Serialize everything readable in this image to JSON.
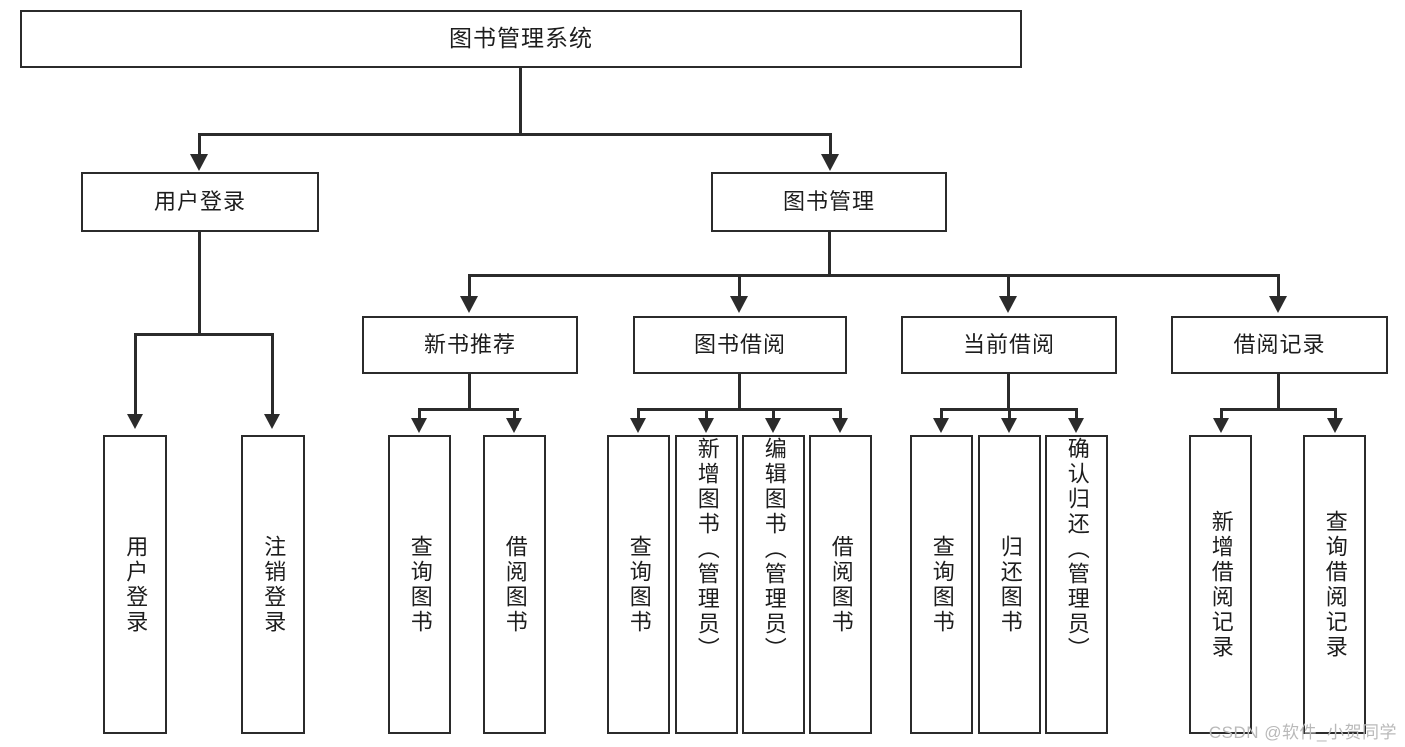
{
  "diagram": {
    "title": "图书管理系统",
    "watermark": "CSDN @软件_小贺同学",
    "colors": {
      "stroke": "#2b2b2b",
      "box_fill": "#ffffff",
      "text": "#1d1d1d",
      "background": "#ffffff",
      "watermark": "#b9b9b9"
    }
  },
  "root": {
    "label": "图书管理系统"
  },
  "level2": [
    {
      "label": "用户登录"
    },
    {
      "label": "图书管理"
    }
  ],
  "level3": [
    {
      "label": "新书推荐"
    },
    {
      "label": "图书借阅"
    },
    {
      "label": "当前借阅"
    },
    {
      "label": "借阅记录"
    }
  ],
  "leaves": {
    "user_login": [
      {
        "label": "用户登录"
      },
      {
        "label": "注销登录"
      }
    ],
    "new_book_recommend": [
      {
        "label": "查询图书"
      },
      {
        "label": "借阅图书"
      }
    ],
    "book_borrow": [
      {
        "label": "查询图书"
      },
      {
        "label": "新增图书（管理员）"
      },
      {
        "label": "编辑图书（管理员）"
      },
      {
        "label": "借阅图书"
      }
    ],
    "current_borrow": [
      {
        "label": "查询图书"
      },
      {
        "label": "归还图书"
      },
      {
        "label": "确认归还（管理员）"
      }
    ],
    "borrow_record": [
      {
        "label": "新增借阅记录"
      },
      {
        "label": "查询借阅记录"
      }
    ]
  }
}
